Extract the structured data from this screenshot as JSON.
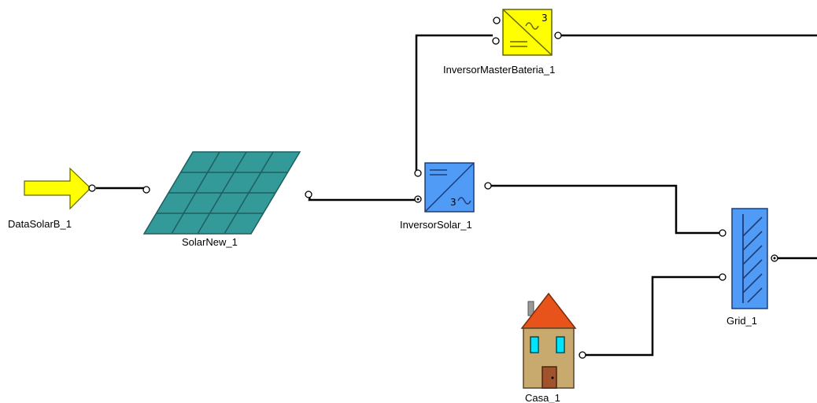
{
  "colors": {
    "arrow_yellow": "#ffff00",
    "inverter_yellow": "#ffff00",
    "inverter_blue": "#4f9bf5",
    "panel_teal": "#339999",
    "roof_orange": "#e8531b",
    "wall_tan": "#c8a96e",
    "window_cyan": "#00e5ff",
    "door_brown": "#a0522d",
    "wire": "#000000"
  },
  "components": {
    "data_solar": {
      "label": "DataSolarB_1",
      "icon": "arrow-input-icon"
    },
    "solar_panel": {
      "label": "SolarNew_1",
      "icon": "solar-panel-icon"
    },
    "inverter_solar": {
      "label": "InversorSolar_1",
      "icon": "dc-ac-inverter-icon",
      "symbol_phase": "3"
    },
    "inverter_battery": {
      "label": "InversorMasterBateria_1",
      "icon": "ac-dc-inverter-icon",
      "symbol_phase": "3"
    },
    "grid": {
      "label": "Grid_1",
      "icon": "grid-icon"
    },
    "house": {
      "label": "Casa_1",
      "icon": "house-icon"
    }
  }
}
